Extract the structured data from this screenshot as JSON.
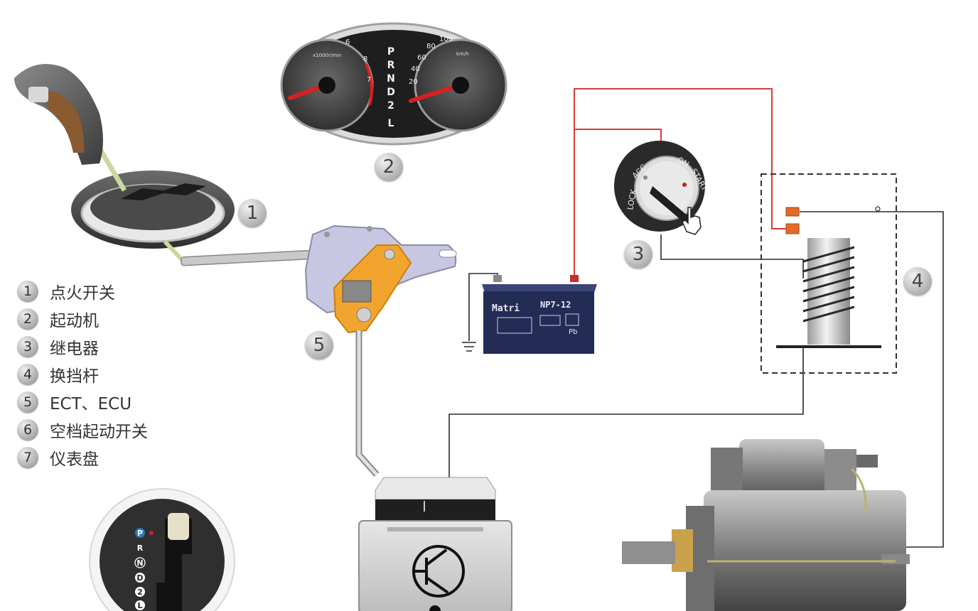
{
  "legend": [
    {
      "num": "1",
      "label": "点火开关"
    },
    {
      "num": "2",
      "label": "起动机"
    },
    {
      "num": "3",
      "label": "继电器"
    },
    {
      "num": "4",
      "label": "换挡杆"
    },
    {
      "num": "5",
      "label": "ECT、ECU"
    },
    {
      "num": "6",
      "label": "空档起动开关"
    },
    {
      "num": "7",
      "label": "仪表盘"
    }
  ],
  "badges": {
    "b1": "1",
    "b2": "2",
    "b3": "3",
    "b4": "4",
    "b5": "5"
  },
  "gear_letters": [
    "P",
    "R",
    "N",
    "D",
    "2",
    "L"
  ],
  "ignition_labels": {
    "lock": "LOCK",
    "acc": "ACC",
    "on": "ON",
    "start": "START"
  },
  "battery": {
    "brand": "Matri",
    "model": "NP7-12",
    "chem": "Pb"
  },
  "gauges": {
    "tach_unit": "x1000r/min",
    "speed_unit": "km/h",
    "tach_ticks": [
      "6",
      "8",
      "7"
    ],
    "speed_ticks": [
      "20",
      "40",
      "60",
      "80",
      "100"
    ]
  },
  "colors": {
    "wire_red": "#d83a3a",
    "wire_black": "#2a2a2a",
    "dashed_box": "#333333",
    "lever_orange": "#f0a030",
    "battery_blue": "#232c55"
  }
}
